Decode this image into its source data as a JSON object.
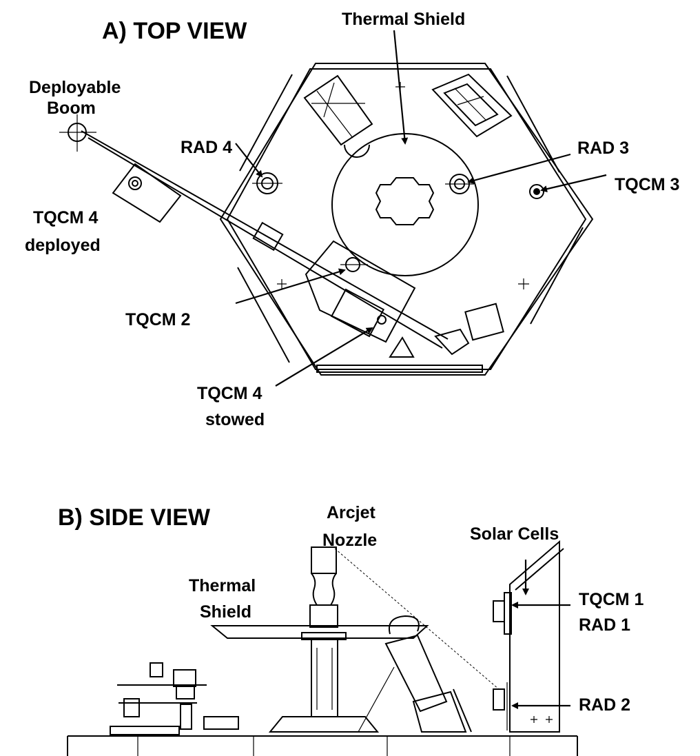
{
  "top_view": {
    "heading": "A)  TOP VIEW",
    "labels": {
      "thermal_shield": "Thermal Shield",
      "deployable_line1": "Deployable",
      "deployable_line2": "Boom",
      "rad4": "RAD 4",
      "rad3": "RAD 3",
      "tqcm3": "TQCM 3",
      "tqcm4_deployed_line1": "TQCM 4",
      "tqcm4_deployed_line2": "deployed",
      "tqcm2": "TQCM 2",
      "tqcm4_stowed_line1": "TQCM 4",
      "tqcm4_stowed_line2": "stowed"
    }
  },
  "side_view": {
    "heading": "B)  SIDE VIEW",
    "labels": {
      "arcjet_line1": "Arcjet",
      "arcjet_line2": "Nozzle",
      "solar_cells": "Solar Cells",
      "thermal_line1": "Thermal",
      "thermal_line2": "Shield",
      "tqcm1": "TQCM 1",
      "rad1": "RAD 1",
      "rad2": "RAD 2"
    }
  },
  "colors": {
    "ink": "#000000",
    "paper": "#ffffff"
  }
}
